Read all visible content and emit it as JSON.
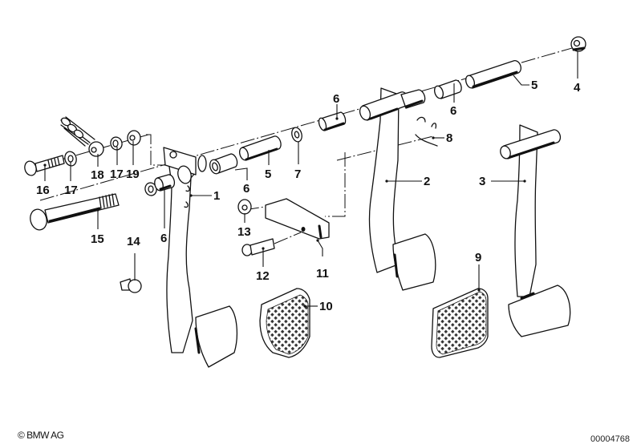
{
  "diagram": {
    "title": "Pedal assembly exploded view",
    "parts": [
      {
        "id": "1",
        "label": "1",
        "name": "clutch-pedal-bracket"
      },
      {
        "id": "2",
        "label": "2",
        "name": "brake-pedal"
      },
      {
        "id": "3",
        "label": "3",
        "name": "accelerator-pedal"
      },
      {
        "id": "4",
        "label": "4",
        "name": "nut"
      },
      {
        "id": "5a",
        "label": "5",
        "name": "bushing-tube-right"
      },
      {
        "id": "5b",
        "label": "5",
        "name": "bushing-tube-left"
      },
      {
        "id": "6a",
        "label": "6",
        "name": "bush-upper"
      },
      {
        "id": "6b",
        "label": "6",
        "name": "bush-right"
      },
      {
        "id": "6c",
        "label": "6",
        "name": "bush-middle"
      },
      {
        "id": "6d",
        "label": "6",
        "name": "bush-left"
      },
      {
        "id": "7",
        "label": "7",
        "name": "washer"
      },
      {
        "id": "8",
        "label": "8",
        "name": "clip"
      },
      {
        "id": "9",
        "label": "9",
        "name": "pedal-pad-large"
      },
      {
        "id": "10",
        "label": "10",
        "name": "pedal-pad-small"
      },
      {
        "id": "11",
        "label": "11",
        "name": "link-plate"
      },
      {
        "id": "12",
        "label": "12",
        "name": "bolt-short"
      },
      {
        "id": "13",
        "label": "13",
        "name": "nut-small"
      },
      {
        "id": "14",
        "label": "14",
        "name": "stop-buffer"
      },
      {
        "id": "15",
        "label": "15",
        "name": "long-bolt"
      },
      {
        "id": "16",
        "label": "16",
        "name": "bolt"
      },
      {
        "id": "17a",
        "label": "17",
        "name": "washer-left"
      },
      {
        "id": "17b",
        "label": "17",
        "name": "washer-right"
      },
      {
        "id": "18",
        "label": "18",
        "name": "spring-bushing"
      },
      {
        "id": "19",
        "label": "19",
        "name": "self-locking-nut"
      }
    ]
  },
  "footer": {
    "copyright": "© BMW AG",
    "diagram_number": "00004768"
  }
}
